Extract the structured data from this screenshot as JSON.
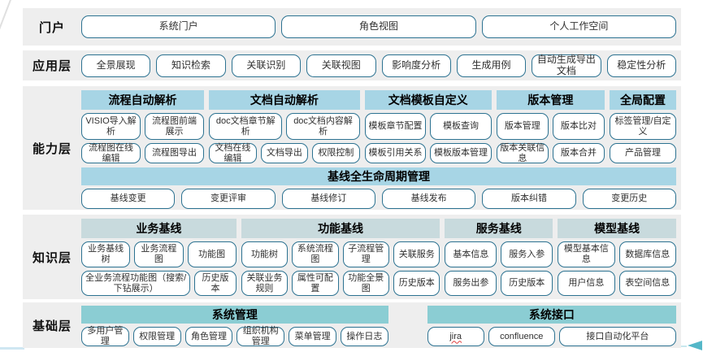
{
  "page": {
    "colors": {
      "band_bg": "#eeeeee",
      "box_border": "#2c7291",
      "header_blue": "#a7d5e5",
      "header_pale": "#c8dadd",
      "header_teal": "#8bcdd3",
      "accent_arrow": "#54b7c8",
      "spellcheck_underline": "#e03c3c"
    },
    "misspelled": [
      "jira"
    ]
  },
  "layers": [
    {
      "label": "门户",
      "buttons": [
        "系统门户",
        "角色视图",
        "个人工作空间"
      ]
    },
    {
      "label": "应用层",
      "buttons": [
        "全景展现",
        "知识检索",
        "关联识别",
        "关联视图",
        "影响度分析",
        "生成用例",
        "自动生成导出文档",
        "稳定性分析"
      ]
    },
    {
      "label": "能力层",
      "groups": [
        {
          "header": "流程自动解析",
          "rows": [
            [
              "VISIO导入解析",
              "流程图前端展示"
            ],
            [
              "流程图在线编辑",
              "流程图导出"
            ]
          ]
        },
        {
          "header": "文档自动解析",
          "rows": [
            [
              "doc文档章节解析",
              "doc文档内容解析"
            ],
            [
              "文档在线编辑",
              "文档导出",
              "权限控制"
            ]
          ]
        },
        {
          "header": "文档模板自定义",
          "rows": [
            [
              "模板章节配置",
              "模板查询"
            ],
            [
              "模板引用关系",
              "模板版本管理"
            ]
          ]
        },
        {
          "header": "版本管理",
          "rows": [
            [
              "版本管理",
              "版本比对"
            ],
            [
              "版本关联信息",
              "版本合并"
            ]
          ]
        },
        {
          "header": "全局配置",
          "rows": [
            [
              "标签管理/自定义"
            ],
            [
              "产品管理"
            ]
          ]
        }
      ],
      "baseline": {
        "header": "基线全生命周期管理",
        "buttons": [
          "基线变更",
          "变更评审",
          "基线修订",
          "基线发布",
          "版本纠错",
          "变更历史"
        ]
      }
    },
    {
      "label": "知识层",
      "groups": [
        {
          "header": "业务基线",
          "rows": [
            [
              "业务基线树",
              "业务流程图",
              "功能图"
            ],
            [
              "全业务流程功能图（搜索/下钻展示）",
              "历史版本"
            ]
          ]
        },
        {
          "header": "功能基线",
          "rows": [
            [
              "功能树",
              "系统流程图",
              "子流程管理",
              "关联服务"
            ],
            [
              "关联业务规则",
              "属性可配置",
              "功能全景图",
              "历史版本"
            ]
          ]
        },
        {
          "header": "服务基线",
          "rows": [
            [
              "基本信息",
              "服务入参"
            ],
            [
              "服务出参",
              "历史版本"
            ]
          ]
        },
        {
          "header": "模型基线",
          "rows": [
            [
              "模型基本信息",
              "数据库信息"
            ],
            [
              "用户信息",
              "表空间信息"
            ]
          ]
        }
      ]
    },
    {
      "label": "基础层",
      "groups": [
        {
          "header": "系统管理",
          "buttons": [
            "多用户管理",
            "权限管理",
            "角色管理",
            "组织机构管理",
            "菜单管理",
            "操作日志"
          ]
        },
        {
          "header": "系统接口",
          "buttons": [
            "jira",
            "confluence",
            "接口自动化平台"
          ]
        }
      ]
    }
  ]
}
